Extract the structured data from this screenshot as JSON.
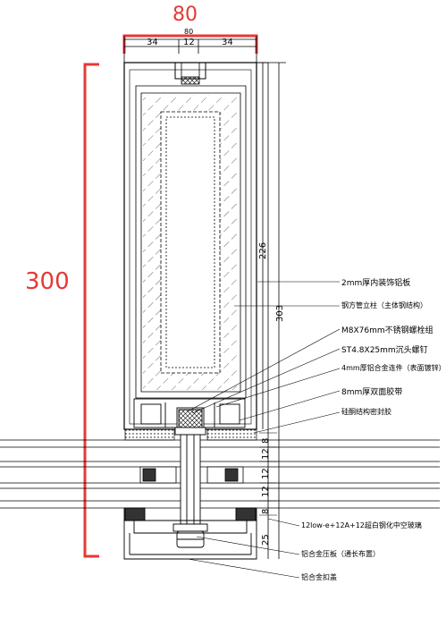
{
  "highlight": {
    "width_label": "80",
    "height_label": "300",
    "color": "#e53935"
  },
  "dimensions": {
    "top_total": "80",
    "top_left": "34",
    "top_mid": "12",
    "top_right": "34",
    "right_inner": "226",
    "right_outer": "303",
    "glass_layers": [
      "8",
      "12",
      "12",
      "12",
      "8"
    ],
    "bottom_cover": "25"
  },
  "callouts": [
    "2mm厚内装饰铝板",
    "钢方管立柱（主体钢结构）",
    "M8X76mm不锈钢螺栓组",
    "ST4.8X25mm沉头螺钉",
    "4mm厚铝合金连件（表面镀锌）",
    "8mm厚双面胶带",
    "硅酮结构密封胶",
    "12low-e+12A+12超白钢化中空玻璃",
    "铝合金压板（通长布置）",
    "铝合金扣盖"
  ],
  "colors": {
    "line": "#000000",
    "accent": "#e53935"
  }
}
